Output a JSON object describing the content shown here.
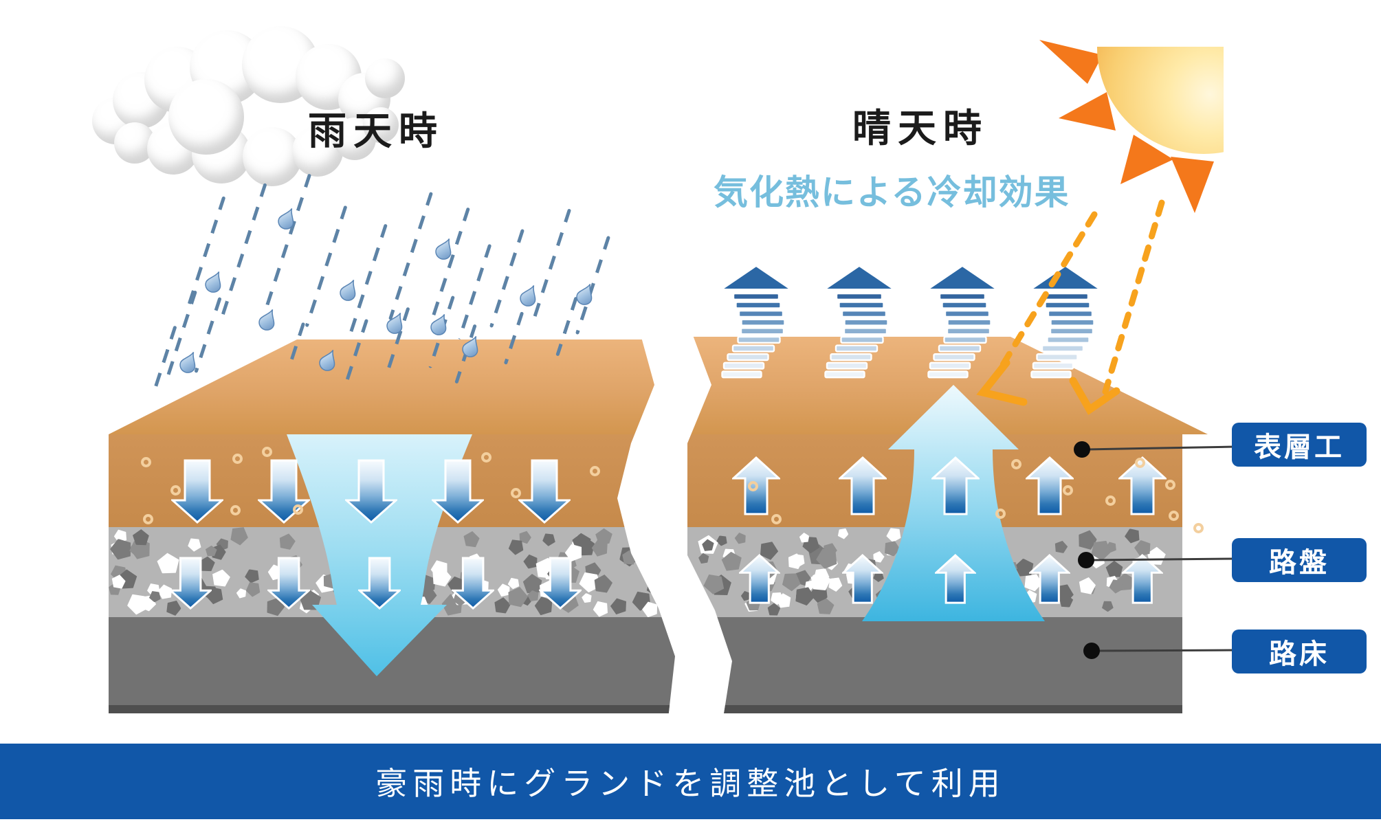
{
  "scene": {
    "left": {
      "title": "雨天時",
      "weather": "rainy"
    },
    "right": {
      "title": "晴天時",
      "subtitle": "気化熱による冷却効果",
      "weather": "sunny"
    }
  },
  "layer_labels": [
    {
      "label": "表層工"
    },
    {
      "label": "路盤"
    },
    {
      "label": "路床"
    }
  ],
  "banner": {
    "text": "豪雨時にグランドを調整池として利用"
  },
  "icons": {
    "cloud": "cloud-icon",
    "sun": "sun-icon",
    "raindrop": "raindrop-icon",
    "rain_streak": "rain-streak-icon",
    "infiltration_small": "infiltration-arrow-icon",
    "infiltration_big": "big-infiltration-arrow-icon",
    "evaporation_small": "evaporation-arrow-icon",
    "evaporation_big": "big-evaporation-arrow-icon",
    "steam": "steam-arrow-icon",
    "sunbeam": "sunbeam-dashed-arrow-icon",
    "pore": "pore-icon",
    "callout_dot": "callout-dot-icon"
  },
  "colors": {
    "accent_blue": "#1157a8",
    "subtitle_blue": "#76bedd",
    "rain_blue": "#5d83a6",
    "surface_tan_top": "#e3a76e",
    "surface_tan_front": "#cc9152",
    "roadbed_gray": "#b5b5b5",
    "subgrade_gray": "#727272",
    "water_light_blue": "#55c2e7",
    "arrow_deep_blue": "#0d5aa7",
    "steam_blue": "#2b67a5",
    "sun_orange": "#f4781b",
    "sunbeam_orange": "#f7a21d",
    "text_black": "#1b1b1b"
  }
}
